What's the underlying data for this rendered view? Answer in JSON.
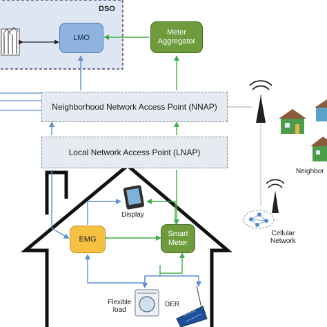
{
  "dso": {
    "title": "DSO",
    "lmo": "LMO",
    "meter_aggregator": "Meter\nAggregator"
  },
  "access_points": {
    "nnap": "Neighborhood Network Access Point (NNAP)",
    "lnap": "Local Network Access Point (LNAP)"
  },
  "home": {
    "display": "Display",
    "emg": "EMG",
    "smart_meter": "Smart\nMeter",
    "flexible_load": "Flexible\nload",
    "der": "DER"
  },
  "cellular": {
    "label": "Cellular\nNetwork"
  },
  "neighborhood": {
    "label": "Neighbor"
  },
  "colors": {
    "dso_fill": "#dfe6f3",
    "lmo_fill": "#8fb3e0",
    "meter_fill": "#6e9b3b",
    "emg_fill": "#f6c042",
    "smart_meter_fill": "#6e9b3b",
    "blue_link": "#5b8fd1",
    "green_link": "#3fae4a"
  },
  "icons": [
    "substation-icon",
    "cell-tower-icon",
    "house-icon",
    "network-cloud-icon",
    "tablet-icon",
    "washing-machine-icon",
    "solar-panel-icon"
  ]
}
